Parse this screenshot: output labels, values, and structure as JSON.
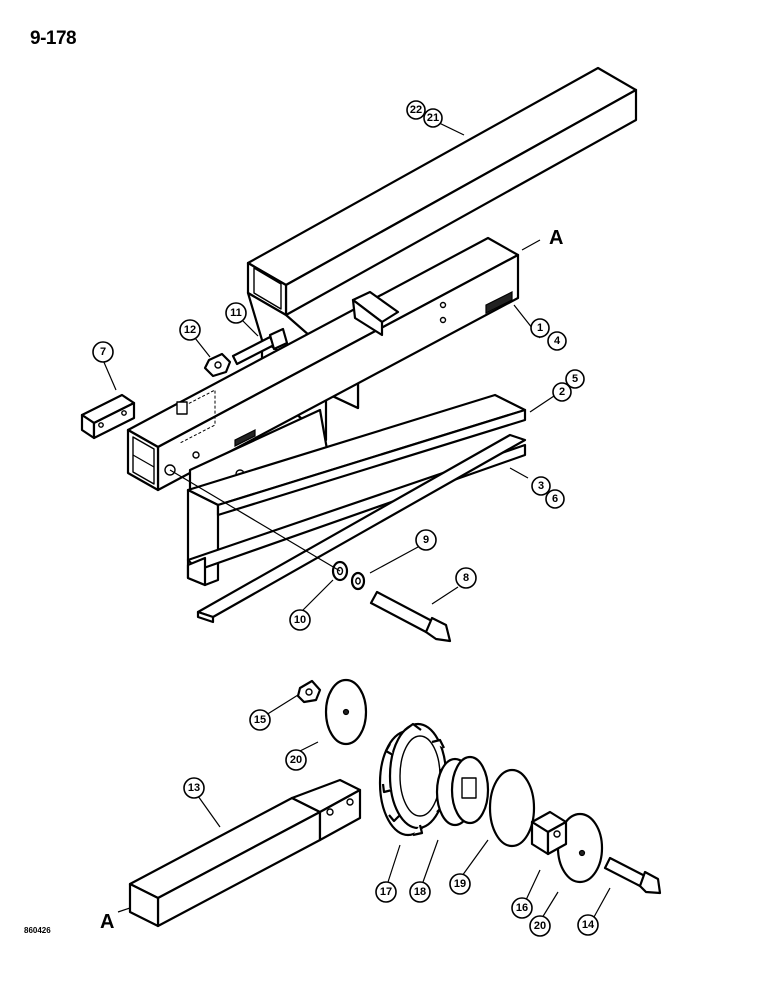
{
  "page_number": "9-178",
  "drawing_code": "860426",
  "reference_letter": "A",
  "callouts": [
    {
      "id": "c22",
      "label": "22"
    },
    {
      "id": "c21",
      "label": "21"
    },
    {
      "id": "c1",
      "label": "1"
    },
    {
      "id": "c4",
      "label": "4"
    },
    {
      "id": "c2",
      "label": "2"
    },
    {
      "id": "c5",
      "label": "5"
    },
    {
      "id": "c3",
      "label": "3"
    },
    {
      "id": "c6",
      "label": "6"
    },
    {
      "id": "c7",
      "label": "7"
    },
    {
      "id": "c8",
      "label": "8"
    },
    {
      "id": "c9",
      "label": "9"
    },
    {
      "id": "c10",
      "label": "10"
    },
    {
      "id": "c11",
      "label": "11"
    },
    {
      "id": "c12",
      "label": "12"
    },
    {
      "id": "c13",
      "label": "13"
    },
    {
      "id": "c14",
      "label": "14"
    },
    {
      "id": "c15",
      "label": "15"
    },
    {
      "id": "c16",
      "label": "16"
    },
    {
      "id": "c17",
      "label": "17"
    },
    {
      "id": "c18",
      "label": "18"
    },
    {
      "id": "c19",
      "label": "19"
    },
    {
      "id": "c20a",
      "label": "20"
    },
    {
      "id": "c20b",
      "label": "20"
    }
  ]
}
